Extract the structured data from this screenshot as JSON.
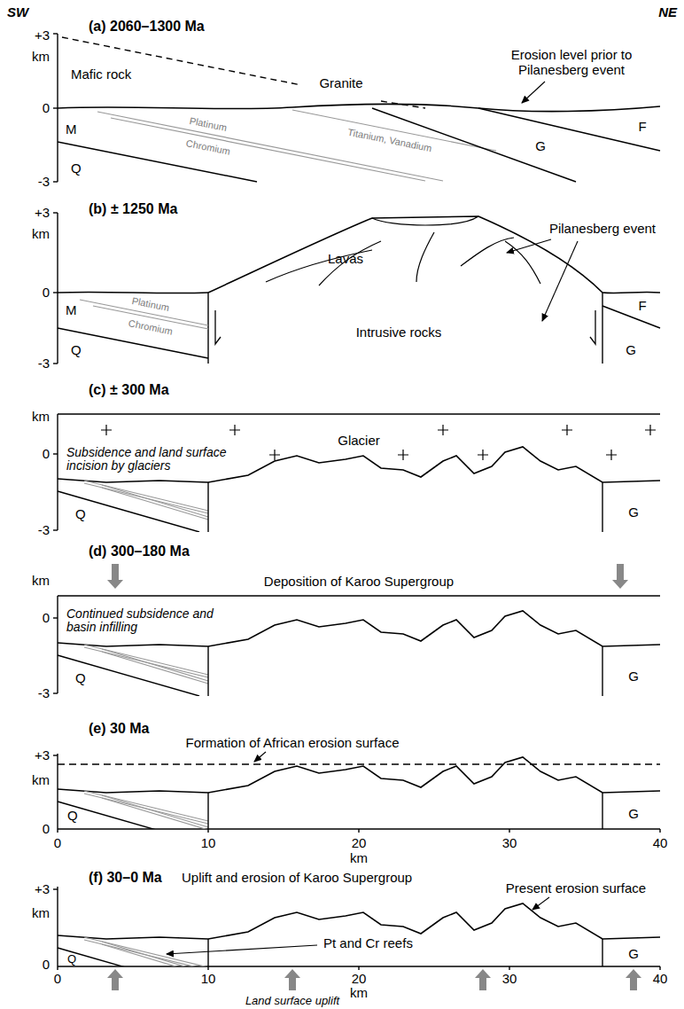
{
  "diagram": {
    "labels": [
      "SW",
      "NE",
      "(a) 2060–1300 Ma",
      "+3",
      "km",
      "0",
      "-3",
      "Mafic rock",
      "Granite",
      "Erosion level prior to Pilanesberg event",
      "M",
      "Q",
      "Platinum",
      "Chromium",
      "Titanium, Vanadium",
      "G",
      "F",
      "(b) ± 1250 Ma",
      "+3",
      "km",
      "0",
      "-3",
      "Lavas",
      "Pilanesberg event",
      "M",
      "Q",
      "Platinum",
      "Chromium",
      "Intrusive rocks",
      "F",
      "G",
      "(c) ± 300 Ma",
      "km",
      "0",
      "-3",
      "Glacier",
      "Subsidence and land surface incision by glaciers",
      "Q",
      "G",
      "(d) 300–180 Ma",
      "km",
      "0",
      "-3",
      "Deposition of Karoo Supergroup",
      "Continued subsidence and basin infilling",
      "Q",
      "G",
      "(e) 30 Ma",
      "Formation of African erosion surface",
      "+3",
      "km",
      "0",
      "Q",
      "G",
      "0",
      "10",
      "20",
      "30",
      "40",
      "km",
      "(f) 30–0 Ma",
      "Uplift and erosion of Karoo Supergroup",
      "+3",
      "km",
      "0",
      "Present erosion surface",
      "Pt and Cr reefs",
      "Q",
      "G",
      "0",
      "10",
      "20",
      "30",
      "40",
      "km",
      "Land surface uplift"
    ]
  }
}
